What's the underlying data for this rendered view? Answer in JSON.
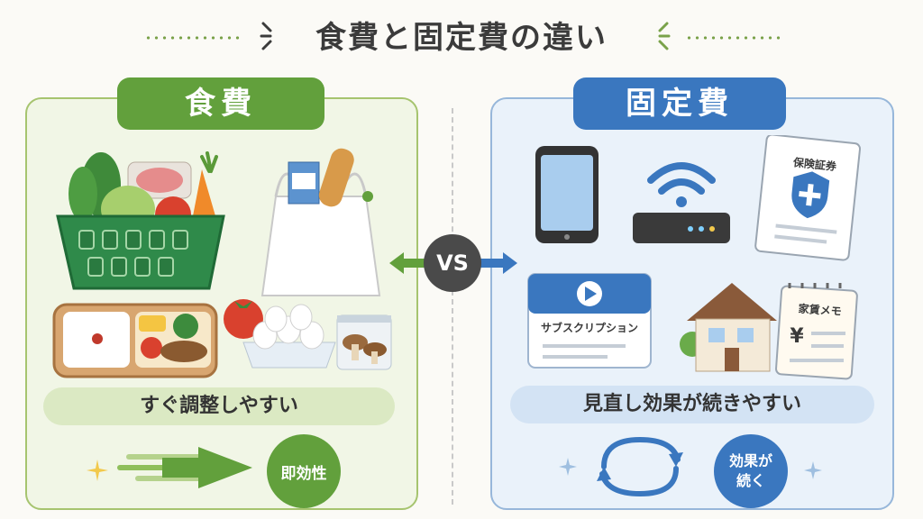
{
  "header": {
    "title": "食費と固定費の違い"
  },
  "vs_label": "VS",
  "food": {
    "title": "食費",
    "caption": "すぐ調整しやすい",
    "badge": "即効性"
  },
  "fixed": {
    "title": "固定費",
    "caption": "見直し効果が続きやすい",
    "badge_line1": "効果が",
    "badge_line2": "続く",
    "insurance_label": "保険証券",
    "subscription_label": "サブスクリプション",
    "memo_label": "家賃メモ",
    "yen_symbol": "¥"
  },
  "colors": {
    "food_accent": "#62a03c",
    "fixed_accent": "#3a77bf",
    "vs_bg": "#4a4a4a"
  }
}
